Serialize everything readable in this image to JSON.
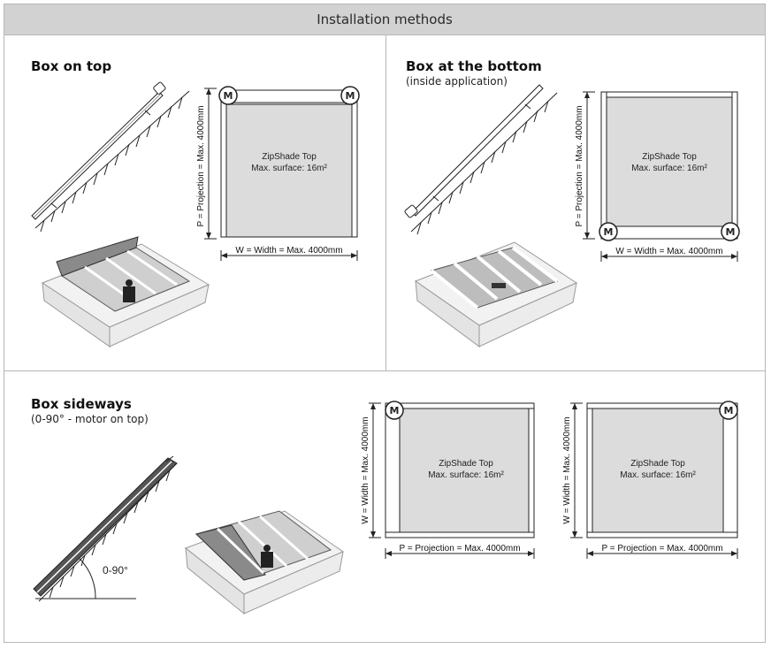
{
  "header": {
    "title": "Installation methods"
  },
  "sections": {
    "top": {
      "title": "Box on top"
    },
    "bottom": {
      "title": "Box at the bottom",
      "subtitle": "(inside application)"
    },
    "sideways": {
      "title": "Box sideways",
      "subtitle": "(0-90° - motor on top)"
    }
  },
  "diagram": {
    "motor_label": "M",
    "product_name": "ZipShade Top",
    "max_surface": "Max. surface: 16m²",
    "projection_label": "P = Projection = Max. 4000mm",
    "width_label": "W = Width = Max. 4000mm",
    "width_label_sideways": "W = Width = Max. 4000mm",
    "projection_label_sideways": "P = Projection = Max. 4000mm",
    "angle_label": "0-90°"
  }
}
